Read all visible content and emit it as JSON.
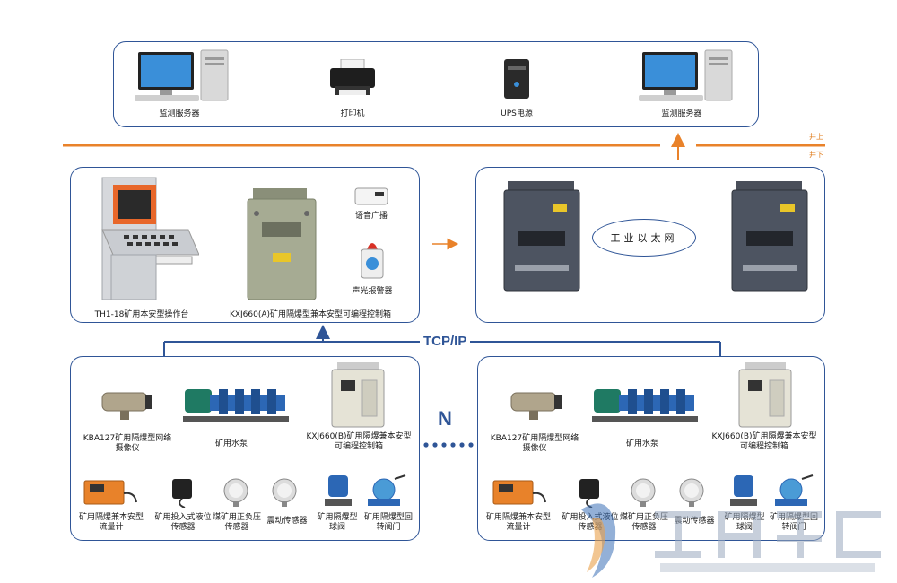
{
  "top": {
    "monitor_server_left": "监测服务器",
    "printer": "打印机",
    "ups": "UPS电源",
    "monitor_server_right": "监测服务器"
  },
  "wire_labels": {
    "above": "井上",
    "below": "井下"
  },
  "mid_left": {
    "console": "TH1-18矿用本安型操作台",
    "controller": "KXJ660(A)矿用隔爆型兼本安型可编程控制箱",
    "voice": "语音广播",
    "alarm": "声光报警器"
  },
  "mid_right": {
    "network": "工业以太网"
  },
  "bus_label": "TCP/IP",
  "n_label": "N",
  "bottom_left": {
    "camera": "KBA127矿用隔爆型网络摄像仪",
    "pump": "矿用水泵",
    "controller": "KXJ660(B)矿用隔爆兼本安型可编程控制箱",
    "sensors": [
      "矿用隔爆兼本安型流量计",
      "矿用投入式液位传感器",
      "煤矿用正负压传感器",
      "震动传感器",
      "矿用隔爆型球阀",
      "矿用隔爆型回转阀门"
    ]
  },
  "bottom_right": {
    "camera": "KBA127矿用隔爆型网络摄像仪",
    "pump": "矿用水泵",
    "controller": "KXJ660(B)矿用隔爆兼本安型可编程控制箱",
    "sensors": [
      "矿用隔爆兼本安型流量计",
      "矿用投入式液位传感器",
      "煤矿用正负压传感器",
      "震动传感器",
      "矿用隔爆型球阀",
      "矿用隔爆型回转阀门"
    ]
  },
  "colors": {
    "frame": "#2f5597",
    "orange": "#e9822a"
  }
}
